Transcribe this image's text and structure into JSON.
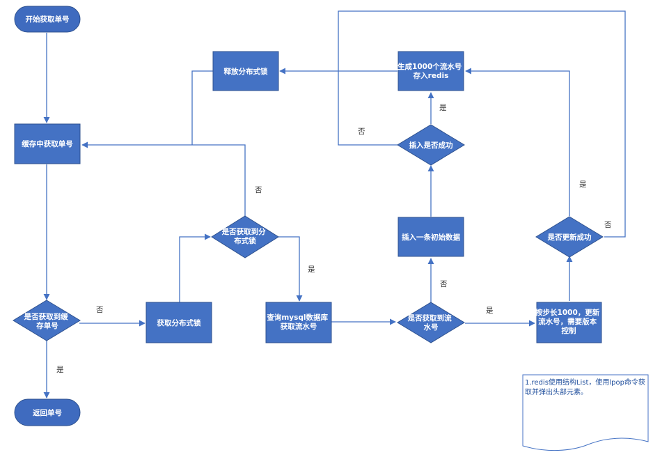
{
  "nodes": {
    "start": "开始获取单号",
    "cache_get": "缓存中获取单号",
    "cache_hit_q": [
      "是否获取到缓",
      "存单号"
    ],
    "return": "返回单号",
    "get_lock": "获取分布式锁",
    "lock_q": [
      "是否获取到分",
      "布式锁"
    ],
    "release_lock": "释放分布式锁",
    "query_db": [
      "查询mysql数据库",
      "获取流水号"
    ],
    "db_hit_q": [
      "是否获取到流",
      "水号"
    ],
    "insert_init": "插入一条初始数据",
    "insert_ok_q": "插入是否成功",
    "gen_redis": [
      "生成1000个流水号",
      "存入redis"
    ],
    "update_step": [
      "按步长1000，更新",
      "流水号，需要版本",
      "控制"
    ],
    "update_ok_q": "是否更新成功"
  },
  "labels": {
    "yes": "是",
    "no": "否"
  },
  "note": [
    "1.redis使用结构List，使用lpop命令获",
    "取并弹出头部元素。"
  ],
  "colors": {
    "node_fill": "#4472c4",
    "node_stroke": "#2f528f",
    "terminal_fill": "#3f6bbf",
    "edge": "#4472c4",
    "note_stroke": "#4472c4"
  }
}
